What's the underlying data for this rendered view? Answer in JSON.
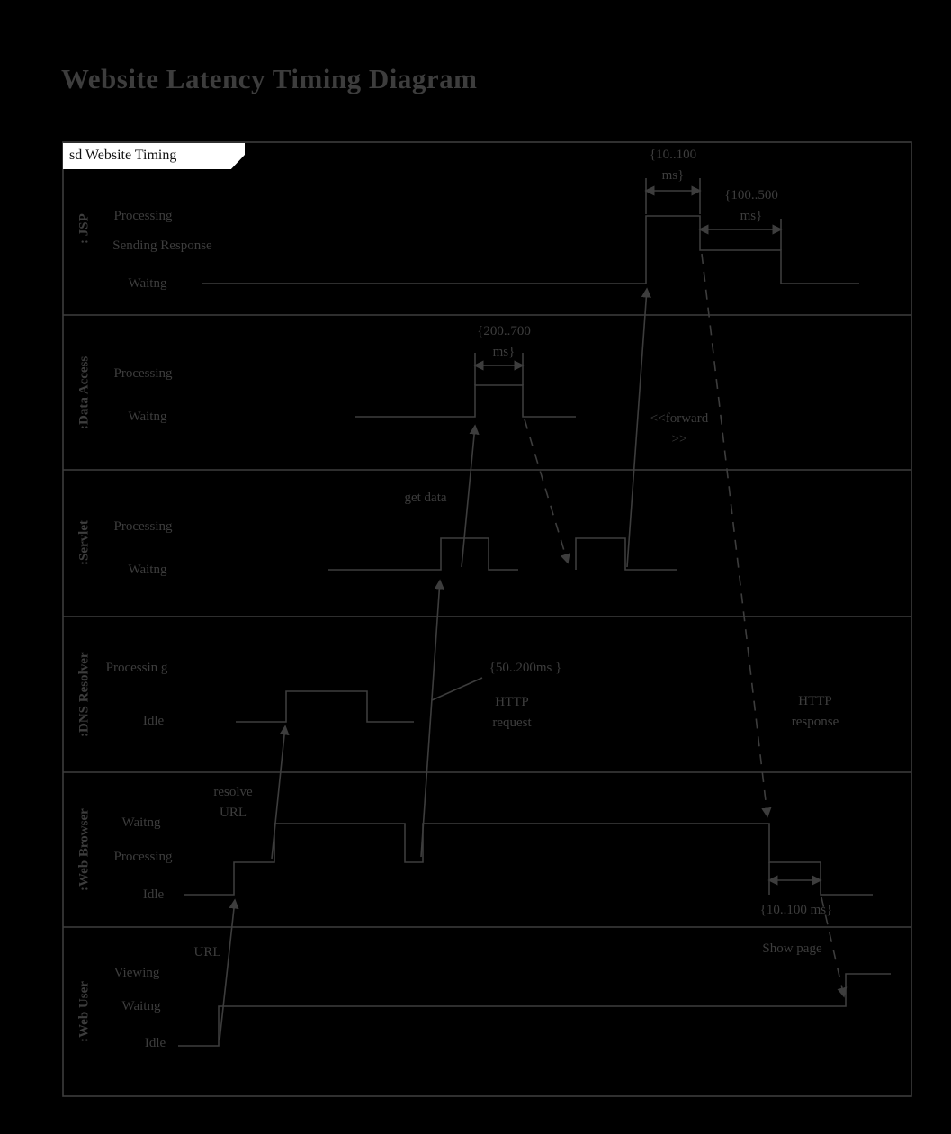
{
  "title": "Website Latency Timing Diagram",
  "frame": {
    "label": "sd Website Timing"
  },
  "colors": {
    "background": "#000000",
    "stroke": "#3d3d3d",
    "text": "#3d3d3d",
    "frame_label_bg": "#ffffff",
    "frame_label_text": "#111111"
  },
  "lanes": [
    {
      "name": ": JSP",
      "states": [
        "Processing",
        "Sending Response",
        "Waitng"
      ]
    },
    {
      "name": ":Data Access",
      "states": [
        "Processing",
        "Waitng"
      ]
    },
    {
      "name": ":Servlet",
      "states": [
        "Processing",
        "Waitng"
      ]
    },
    {
      "name": ":DNS Resolver",
      "states": [
        "Processin g",
        "Idle"
      ]
    },
    {
      "name": ":Web Browser",
      "states": [
        "Waitng",
        "Processing",
        "Idle"
      ]
    },
    {
      "name": ":Web User",
      "states": [
        "Viewing",
        "Waitng",
        "Idle"
      ]
    }
  ],
  "durations": {
    "jsp_processing": "{10..100 ms}",
    "jsp_sending": "{100..500 ms}",
    "data_access": "{200..700 ms}",
    "dns_resolver": "{50..200ms }",
    "web_browser": "{10..100 ms}"
  },
  "messages": {
    "url": "URL",
    "resolve_url": "resolve URL",
    "http_request": "HTTP request",
    "get_data": "get data",
    "forward": "<<forward >>",
    "http_response": "HTTP response",
    "show_page": "Show page"
  }
}
